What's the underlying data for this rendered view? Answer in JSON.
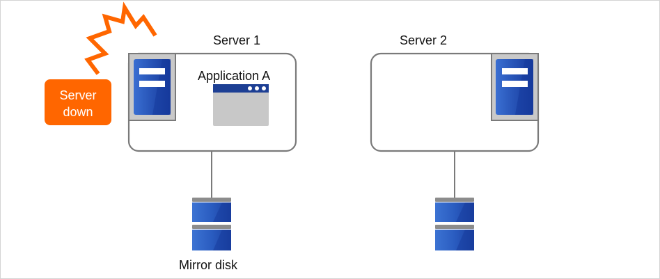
{
  "server1": {
    "label": "Server 1"
  },
  "server2": {
    "label": "Server 2"
  },
  "application": {
    "label": "Application A"
  },
  "status": {
    "line1": "Server",
    "line2": "down"
  },
  "disk": {
    "label": "Mirror disk"
  },
  "colors": {
    "alert": "#FF6600",
    "server_blue": "#1F4FB4",
    "disk_blue": "#2F66C8",
    "window_bar": "#1D3F94",
    "window_body": "#C8C8C8",
    "outline": "#7A7A7A",
    "panel_gray": "#C9C9C9"
  }
}
